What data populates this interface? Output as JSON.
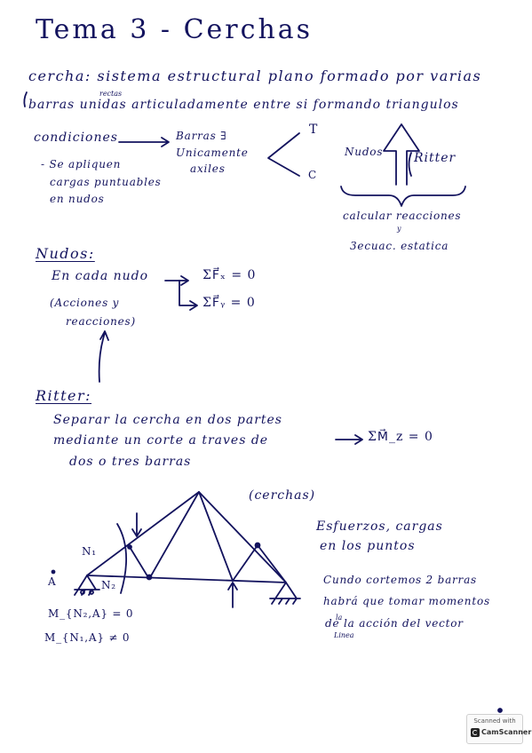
{
  "title": "Tema 3 - Cerchas",
  "definition": {
    "line1": "cercha: sistema estructural plano formado por varias",
    "line2": "barras unidas articuladamente entre si formando triangulos",
    "note_above": "rectas"
  },
  "conditions": {
    "heading": "condiciones",
    "result_line1": "Barras ∃",
    "result_line2": "Unicamente",
    "result_line3": "axiles",
    "branch_top": "T",
    "branch_bottom": "C",
    "sub_line1": "- Se apliquen",
    "sub_line2": "cargas puntuables",
    "sub_line3": "en nudos"
  },
  "methods": {
    "nudos": "Nudos",
    "ritter": "Ritter",
    "calc": "calcular reacciones",
    "y": "y",
    "ecuac": "3ecuac. estatica"
  },
  "nudos_section": {
    "heading": "Nudos:",
    "line1": "En cada nudo",
    "eq1": "ΣF⃗ₓ = 0",
    "eq2": "ΣF⃗ᵧ = 0",
    "paren1": "(Acciones y",
    "paren2": "reacciones)"
  },
  "ritter_section": {
    "heading": "Ritter:",
    "line1": "Separar la cercha en dos partes",
    "line2": "mediante un corte a traves de",
    "line3": "dos o tres barras",
    "eq": "ΣM⃗_z = 0"
  },
  "figure": {
    "label": "(cerchas)",
    "n1": "N₁",
    "n2": "N₂",
    "a": "A",
    "m1": "M_{N₂,A} = 0",
    "m2": "M_{N₁,A} ≠ 0"
  },
  "notes": {
    "l1": "Esfuerzos, cargas",
    "l2": "en los puntos",
    "l3": "Cundo cortemos 2 barras",
    "l4": "habrá que tomar momentos",
    "l5": "de la acción del vector",
    "small_la": "la",
    "small_linea": "Linea"
  },
  "watermark": {
    "line1": "Scanned with",
    "line2": "CamScanner"
  }
}
